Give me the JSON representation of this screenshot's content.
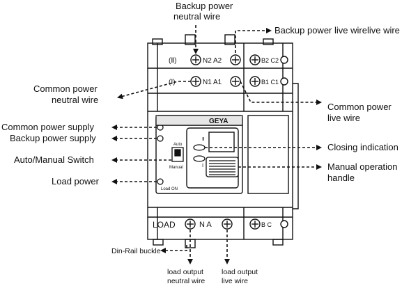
{
  "labels": {
    "backup_neutral_line1": "Backup power",
    "backup_neutral_line2": "neutral wire",
    "backup_live": "Backup power live wirelive wire",
    "common_neutral_line1": "Common power",
    "common_neutral_line2": "neutral wire",
    "common_live_line1": "Common power",
    "common_live_line2": "live wire",
    "common_supply": "Common power supply",
    "backup_supply": "Backup power supply",
    "auto_manual": "Auto/Manual Switch",
    "load_power": "Load power",
    "closing_indication": "Closing indication",
    "manual_handle_line1": "Manual operation",
    "manual_handle_line2": "handle",
    "din_rail": "Din-Rail buckle",
    "load_neutral_line1": "load output",
    "load_neutral_line2": "neutral wire",
    "load_live_line1": "load output",
    "load_live_line2": "live wire"
  },
  "device": {
    "row2_mark": "(Ⅱ)",
    "row1_mark": "(Ⅰ)",
    "row2_left_terminals": "N2 A2",
    "row1_left_terminals": "N1 A1",
    "row2_right_terminals": "B2 C2",
    "row1_right_terminals": "B1 C1",
    "brand": "GEYA",
    "auto_label": "Auto",
    "manual_label": "Manual",
    "load_on": "Load ON",
    "load_label": "LOAD",
    "load_terminals": "N A",
    "load_right_terminals": "B C",
    "pos_2": "Ⅱ",
    "pos_1": "Ⅰ"
  }
}
